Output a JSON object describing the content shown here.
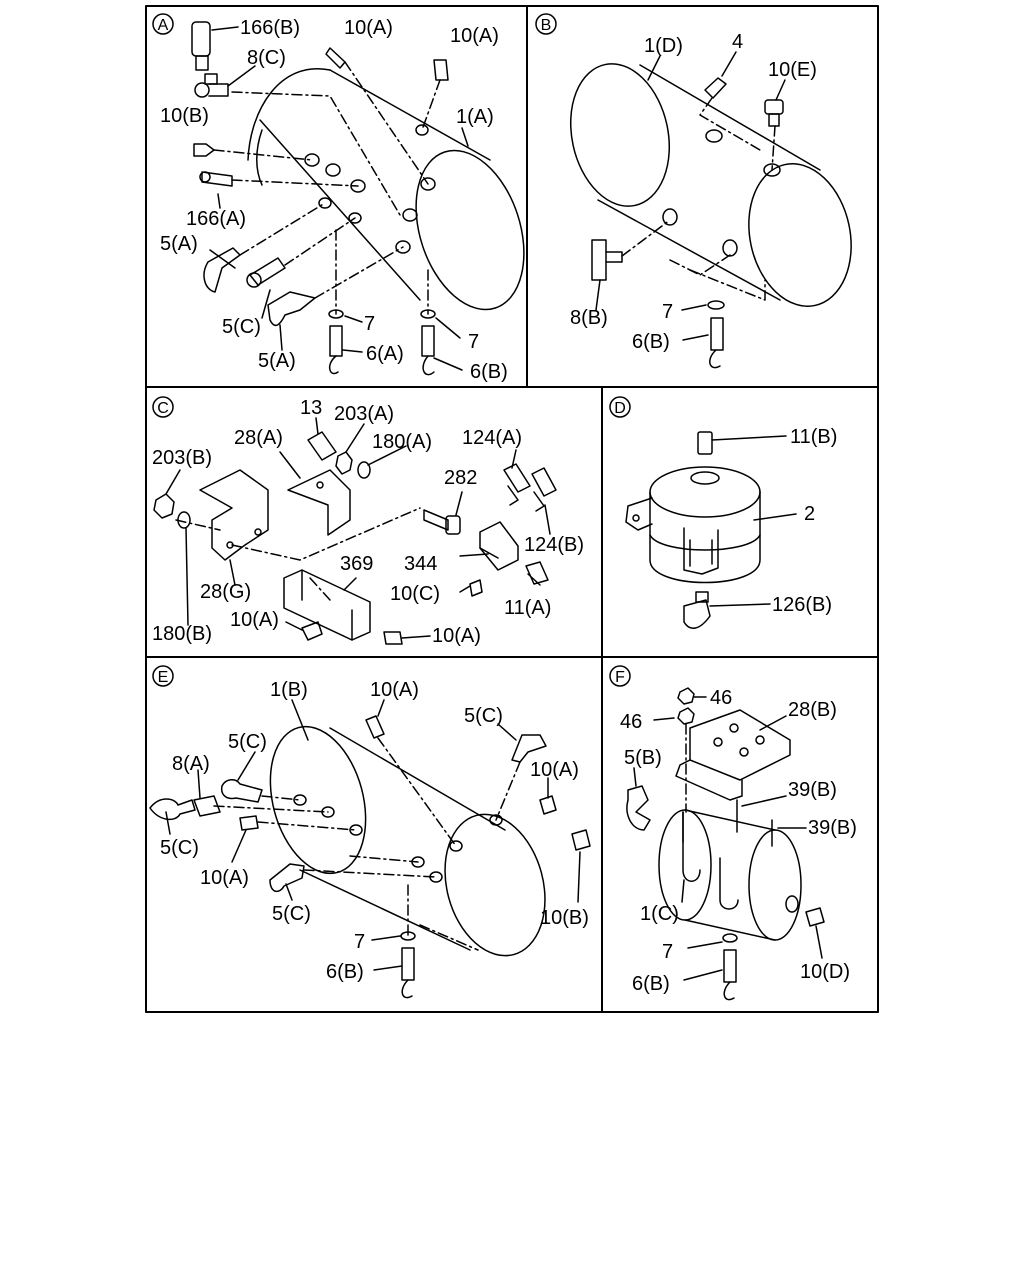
{
  "sections": {
    "A": {
      "letter": "A",
      "labels": {
        "p166b": "166(B)",
        "p10a_1": "10(A)",
        "p10a_2": "10(A)",
        "p8c": "8(C)",
        "p10b": "10(B)",
        "p1a": "1(A)",
        "p166a": "166(A)",
        "p5a_1": "5(A)",
        "p5c": "5(C)",
        "p5a_2": "5(A)",
        "p7_1": "7",
        "p7_2": "7",
        "p6a": "6(A)",
        "p6b": "6(B)"
      }
    },
    "B": {
      "letter": "B",
      "labels": {
        "p1d": "1(D)",
        "p4": "4",
        "p10e": "10(E)",
        "p8b": "8(B)",
        "p7": "7",
        "p6b": "6(B)"
      }
    },
    "C": {
      "letter": "C",
      "labels": {
        "p13": "13",
        "p203a": "203(A)",
        "p28a": "28(A)",
        "p180a": "180(A)",
        "p124a": "124(A)",
        "p203b": "203(B)",
        "p282": "282",
        "p344": "344",
        "p124b": "124(B)",
        "p28g": "28(G)",
        "p369": "369",
        "p10c": "10(C)",
        "p11a": "11(A)",
        "p180b": "180(B)",
        "p10a_1": "10(A)",
        "p10a_2": "10(A)"
      }
    },
    "D": {
      "letter": "D",
      "labels": {
        "p11b": "11(B)",
        "p2": "2",
        "p126b": "126(B)"
      }
    },
    "E": {
      "letter": "E",
      "labels": {
        "p1b": "1(B)",
        "p10a_1": "10(A)",
        "p5c_1": "5(C)",
        "p5c_2": "5(C)",
        "p8a": "8(A)",
        "p10a_2": "10(A)",
        "p5c_3": "5(C)",
        "p10a_3": "10(A)",
        "p5c_4": "5(C)",
        "p10b": "10(B)",
        "p7": "7",
        "p6b": "6(B)"
      }
    },
    "F": {
      "letter": "F",
      "labels": {
        "p46_1": "46",
        "p28b": "28(B)",
        "p46_2": "46",
        "p5b": "5(B)",
        "p39b_1": "39(B)",
        "p39b_2": "39(B)",
        "p1c": "1(C)",
        "p7": "7",
        "p10d": "10(D)",
        "p6b": "6(B)"
      }
    }
  }
}
